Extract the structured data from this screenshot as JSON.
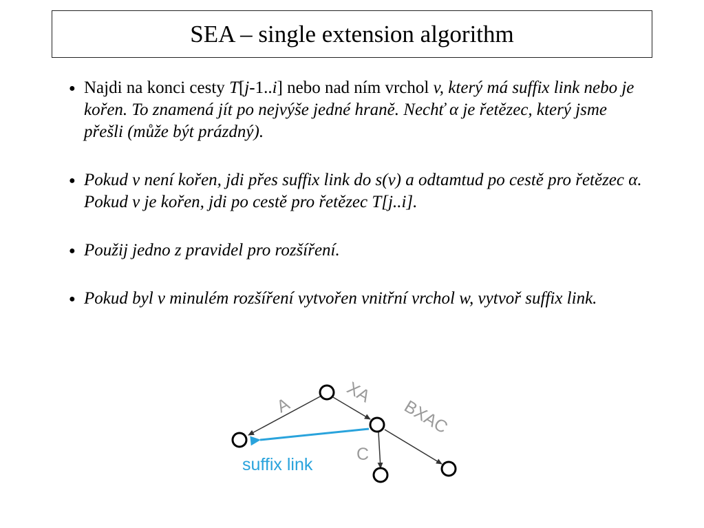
{
  "slide": {
    "title": "SEA – single extension algorithm",
    "bullet_symbol": "●"
  },
  "bullets": [
    {
      "parts": [
        {
          "text": "Najdi na konci cesty ",
          "italic": false
        },
        {
          "text": "T",
          "italic": true
        },
        {
          "text": "[",
          "italic": false
        },
        {
          "text": "j",
          "italic": true
        },
        {
          "text": "-1..",
          "italic": false
        },
        {
          "text": "i",
          "italic": true
        },
        {
          "text": "] nebo nad ním vrchol ",
          "italic": false
        },
        {
          "text": "v, který má suffix link nebo je kořen. To znamená jít po nejvýše jedné hraně. Nechť α je řetězec, který jsme přešli (může být prázdný).",
          "italic": true
        }
      ]
    },
    {
      "parts": [
        {
          "text": "Pokud v není kořen, jdi přes suffix link do s(v) a odtamtud po cestě pro řetězec α. Pokud v je kořen, jdi po cestě pro řetězec T[j..i].",
          "italic": true
        }
      ]
    },
    {
      "parts": [
        {
          "text": "Použij jedno z pravidel pro rozšíření.",
          "italic": true
        }
      ]
    },
    {
      "parts": [
        {
          "text": "Pokud byl v minulém rozšíření vytvořen vnitřní vrchol w, vytvoř suffix link.",
          "italic": true
        }
      ]
    }
  ],
  "diagram": {
    "edge_labels": {
      "a": "A",
      "xa": "XA",
      "bxac": "BXAC",
      "c": "C"
    },
    "suffix_link_label": "suffix link",
    "colors": {
      "edge": "#333333",
      "suffix_link": "#29a3dc",
      "label": "#9a9a9a"
    }
  }
}
